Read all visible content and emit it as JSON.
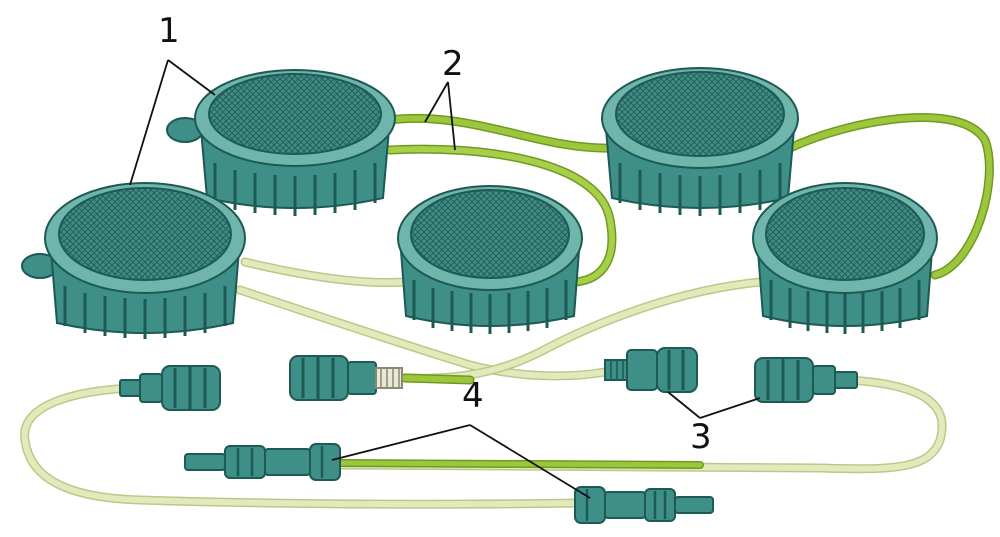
{
  "diagram": {
    "callouts": [
      {
        "id": "sprinklers",
        "label": "1"
      },
      {
        "id": "tubes",
        "label": "2"
      },
      {
        "id": "connectors",
        "label": "3"
      },
      {
        "id": "couplings",
        "label": "4"
      }
    ],
    "colors": {
      "background": "#ffffff",
      "cap_body": "#3e8f87",
      "cap_dark": "#1d5a54",
      "cap_light": "#6fb5ab",
      "grid": "#2c6e68",
      "tube_green": "#9cc63c",
      "tube_dark": "#6f9a22",
      "tube_pale": "#dfe8b6",
      "leader": "#111111"
    }
  }
}
